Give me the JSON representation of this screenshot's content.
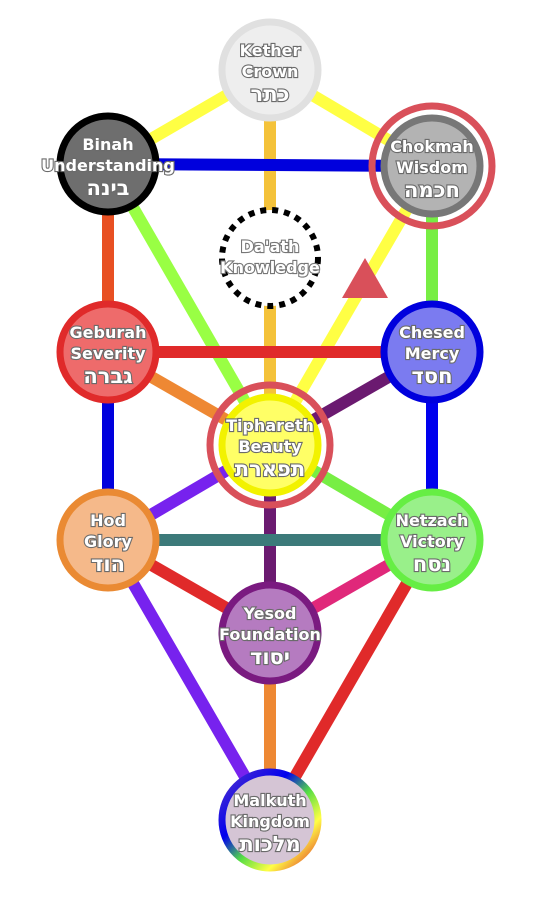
{
  "sephirot": [
    {
      "id": "kether",
      "name": "Kether",
      "meaning": "Crown",
      "hebrew": "כתר",
      "fill": "#eeeeee",
      "ring": "#e0e0e0"
    },
    {
      "id": "chokmah",
      "name": "Chokmah",
      "meaning": "Wisdom",
      "hebrew": "חכמה",
      "fill": "#b3b3b3",
      "ring": "#777777",
      "outer_ring": "#d9505a"
    },
    {
      "id": "binah",
      "name": "Binah",
      "meaning": "Understanding",
      "hebrew": "בינה",
      "fill": "#6e6e6e",
      "ring": "#000000"
    },
    {
      "id": "daath",
      "name": "Da'ath",
      "meaning": "Knowledge",
      "hebrew": "",
      "fill": "#ffffff",
      "ring": "#000000",
      "dashed": true
    },
    {
      "id": "chesed",
      "name": "Chesed",
      "meaning": "Mercy",
      "hebrew": "חסד",
      "fill": "#7b7bf0",
      "ring": "#0000dd"
    },
    {
      "id": "geburah",
      "name": "Geburah",
      "meaning": "Severity",
      "hebrew": "גברה",
      "fill": "#ee6b6b",
      "ring": "#e02a2a"
    },
    {
      "id": "tiphareth",
      "name": "Tiphareth",
      "meaning": "Beauty",
      "hebrew": "תפארת",
      "fill": "#ffff66",
      "ring": "#f2f200",
      "outer_ring": "#d9505a"
    },
    {
      "id": "netzach",
      "name": "Netzach",
      "meaning": "Victory",
      "hebrew": "נסח",
      "fill": "#99f08a",
      "ring": "#66ee44"
    },
    {
      "id": "hod",
      "name": "Hod",
      "meaning": "Glory",
      "hebrew": "הוד",
      "fill": "#f5b98a",
      "ring": "#ea8a33"
    },
    {
      "id": "yesod",
      "name": "Yesod",
      "meaning": "Foundation",
      "hebrew": "יסוד",
      "fill": "#b57bc0",
      "ring": "#7a1a80"
    },
    {
      "id": "malkuth",
      "name": "Malkuth",
      "meaning": "Kingdom",
      "hebrew": "מלכות",
      "fill": "#d8c8d8",
      "ring": "#5533cc",
      "multicolor": true
    }
  ],
  "paths": [
    {
      "from": "kether",
      "to": "binah",
      "color": "#ffff44"
    },
    {
      "from": "kether",
      "to": "chokmah",
      "color": "#ffff44"
    },
    {
      "from": "kether",
      "to": "tiphareth",
      "color": "#f4c23a"
    },
    {
      "from": "binah",
      "to": "chokmah",
      "color": "#0000dd"
    },
    {
      "from": "binah",
      "to": "geburah",
      "color": "#e85022"
    },
    {
      "from": "binah",
      "to": "tiphareth",
      "color": "#99ff44"
    },
    {
      "from": "chokmah",
      "to": "chesed",
      "color": "#77ee44"
    },
    {
      "from": "chokmah",
      "to": "tiphareth",
      "color": "#ffff44"
    },
    {
      "from": "geburah",
      "to": "chesed",
      "color": "#e02a2a"
    },
    {
      "from": "geburah",
      "to": "tiphareth",
      "color": "#ee8833"
    },
    {
      "from": "geburah",
      "to": "hod",
      "color": "#0000dd"
    },
    {
      "from": "chesed",
      "to": "tiphareth",
      "color": "#6b1a70"
    },
    {
      "from": "chesed",
      "to": "netzach",
      "color": "#0000ee"
    },
    {
      "from": "tiphareth",
      "to": "hod",
      "color": "#7722ee"
    },
    {
      "from": "tiphareth",
      "to": "netzach",
      "color": "#77ee44"
    },
    {
      "from": "tiphareth",
      "to": "yesod",
      "color": "#6b1a70"
    },
    {
      "from": "hod",
      "to": "netzach",
      "color": "#3c7a7a"
    },
    {
      "from": "hod",
      "to": "yesod",
      "color": "#e02a2a"
    },
    {
      "from": "hod",
      "to": "malkuth",
      "color": "#7722ee"
    },
    {
      "from": "netzach",
      "to": "yesod",
      "color": "#e0287a"
    },
    {
      "from": "netzach",
      "to": "malkuth",
      "color": "#e02a2a"
    },
    {
      "from": "yesod",
      "to": "malkuth",
      "color": "#ee8833"
    }
  ],
  "marker": {
    "shape": "triangle",
    "color": "#d9505a"
  }
}
